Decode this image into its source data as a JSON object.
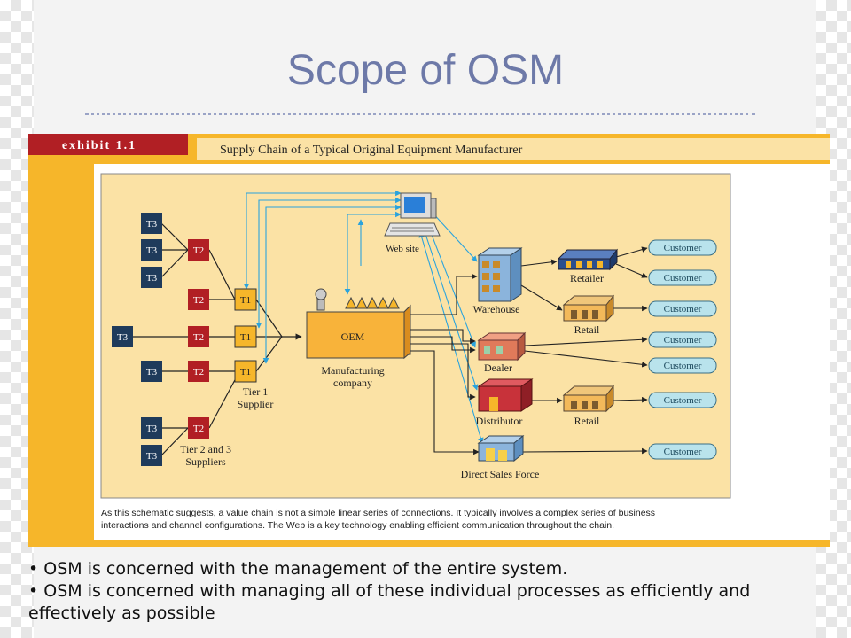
{
  "slide": {
    "title": "Scope of OSM",
    "bullets": [
      "• OSM is concerned with the management of the entire system.",
      "• OSM is concerned with managing all of these individual processes as efficiently and effectively as possible"
    ]
  },
  "exhibit": {
    "label": "exhibit 1.1",
    "title": "Supply Chain of a Typical Original Equipment Manufacturer",
    "caption_line1": "As this schematic suggests, a value chain is not a simple linear series of connections. It typically involves a complex series of business",
    "caption_line2": "interactions and channel configurations. The Web is a key technology enabling efficient communication throughout the chain."
  },
  "diagram": {
    "t3": "T3",
    "t2": "T2",
    "t1": "T1",
    "tier1_line1": "Tier 1",
    "tier1_line2": "Supplier",
    "tier23_line1": "Tier 2 and 3",
    "tier23_line2": "Suppliers",
    "oem": "OEM",
    "manufacturing_line1": "Manufacturing",
    "manufacturing_line2": "company",
    "website": "Web site",
    "warehouse": "Warehouse",
    "dealer": "Dealer",
    "distributor": "Distributor",
    "direct_sales": "Direct Sales Force",
    "retailer": "Retailer",
    "retail": "Retail",
    "customer": "Customer"
  },
  "colors": {
    "title": "#6d79a8",
    "t3": "#1f3b5b",
    "t2": "#b11f24",
    "t1": "#f6b62a",
    "panel": "#fbe2a5",
    "customer": "#b9e3ec",
    "web_line": "#2aa3dd"
  }
}
